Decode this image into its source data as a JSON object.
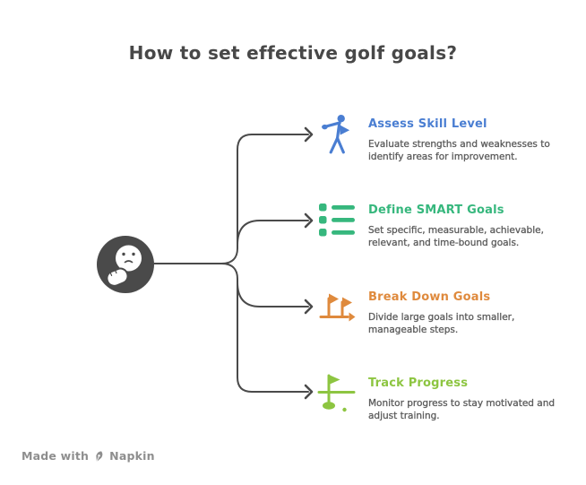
{
  "title": "How to set effective golf goals?",
  "center": {
    "icon": "thinking-face-icon"
  },
  "items": [
    {
      "title": "Assess Skill Level",
      "description": "Evaluate strengths and weaknesses to identify areas for improvement.",
      "color": "#4a7ed2",
      "icon": "golfer-swing-icon"
    },
    {
      "title": "Define SMART Goals",
      "description": "Set specific, measurable, achievable, relevant, and time-bound goals.",
      "color": "#36b77d",
      "icon": "checklist-icon"
    },
    {
      "title": "Break Down Goals",
      "description": "Divide large goals into smaller, manageable steps.",
      "color": "#df8a3d",
      "icon": "milestone-flags-icon"
    },
    {
      "title": "Track Progress",
      "description": "Monitor progress to stay motivated and adjust training.",
      "color": "#8dc541",
      "icon": "golf-flag-icon"
    }
  ],
  "watermark": {
    "text_prefix": "Made with",
    "brand": "Napkin",
    "icon": "pen-nib-icon"
  },
  "colors": {
    "ink": "#4a4a4a",
    "description_text": "#5c5c5c",
    "background": "#ffffff",
    "watermark": "#8e8e8e"
  }
}
